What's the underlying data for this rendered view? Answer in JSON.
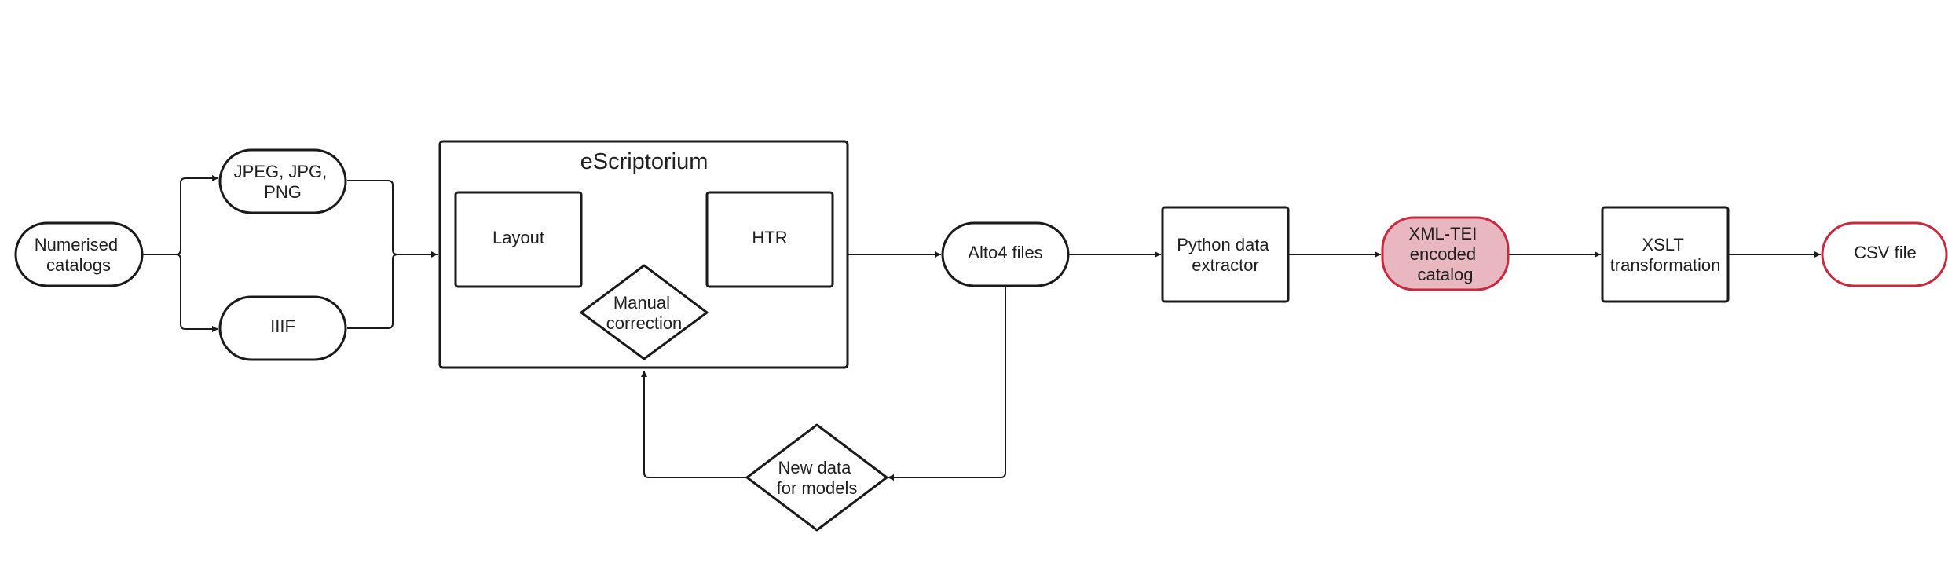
{
  "nodes": {
    "numerised": [
      "Numerised",
      "catalogs"
    ],
    "jpeg": [
      "JPEG, JPG,",
      "PNG"
    ],
    "iiif": [
      "IIIF"
    ],
    "escriptorium": "eScriptorium",
    "layout": [
      "Layout"
    ],
    "htr": [
      "HTR"
    ],
    "manual": [
      "Manual",
      "correction"
    ],
    "alto": [
      "Alto4 files"
    ],
    "newdata": [
      "New data",
      "for models"
    ],
    "python": [
      "Python data",
      "extractor"
    ],
    "xmltei": [
      "XML-TEI",
      "encoded",
      "catalog"
    ],
    "xslt": [
      "XSLT",
      "transformation"
    ],
    "csv": [
      "CSV file"
    ]
  },
  "colors": {
    "stroke": "#1a1a1a",
    "highlight_fill": "#e9b7c0",
    "highlight_stroke": "#c8293e"
  }
}
